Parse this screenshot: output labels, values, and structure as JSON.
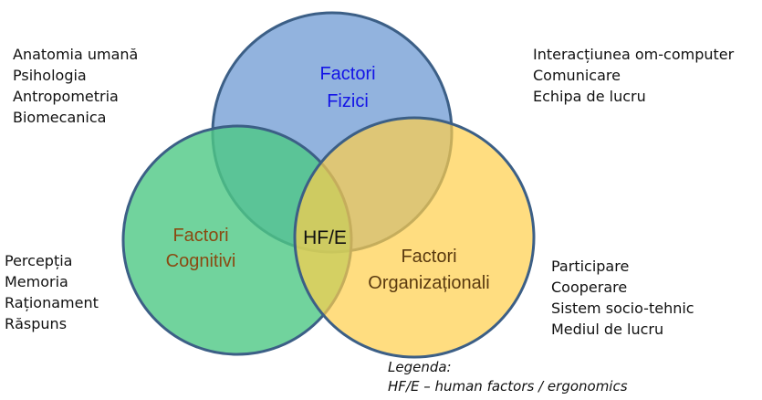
{
  "colors": {
    "physical_fill": "#7fa6d8",
    "cognitive_fill": "#4ec884",
    "organizational_fill": "#ffcf4a",
    "outline": "#3c5f86",
    "physical_label": "#1414e6",
    "cognitive_label": "#8a4a12",
    "organizational_label": "#5a3a10",
    "center_label": "#111111"
  },
  "circles": {
    "physical": {
      "line1": "Factori",
      "line2": "Fizici"
    },
    "cognitive": {
      "line1": "Factori",
      "line2": "Cognitivi"
    },
    "organizational": {
      "line1": "Factori",
      "line2": "Organizaționali"
    },
    "center": "HF/E"
  },
  "lists": {
    "physical": [
      "Anatomia umană",
      "Psihologia",
      "Antropometria",
      "Biomecanica"
    ],
    "interaction": [
      "Interacțiunea om-computer",
      "Comunicare",
      "Echipa de lucru"
    ],
    "cognitive": [
      "Percepția",
      "Memoria",
      "Raționament",
      "Răspuns"
    ],
    "organizational": [
      "Participare",
      "Cooperare",
      "Sistem socio-tehnic",
      "Mediul de lucru"
    ]
  },
  "legend": {
    "title": "Legenda:",
    "text": "HF/E – human factors / ergonomics"
  }
}
